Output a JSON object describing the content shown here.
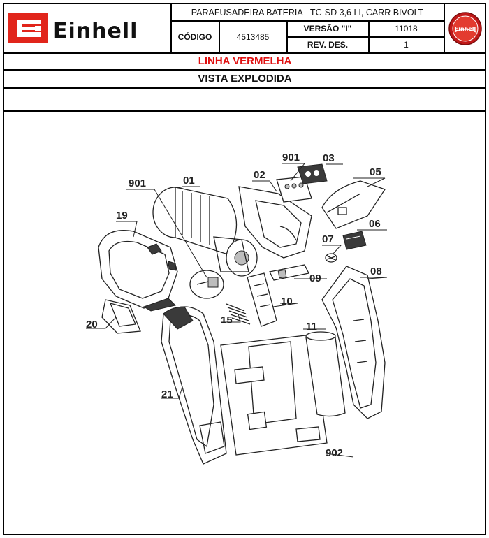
{
  "header": {
    "brand": "Einhell",
    "product_title": "PARAFUSADEIRA BATERIA - TC-SD 3,6 LI, CARR BIVOLT",
    "codigo_label": "CÓDIGO",
    "codigo_value": "4513485",
    "versao_label": "VERSÃO \"I\"",
    "versao_value": "11018",
    "rev_label": "REV. DES.",
    "rev_value": "1",
    "seal_text": "Einhell"
  },
  "line_title": "LINHA VERMELHA",
  "view_title": "VISTA EXPLODIDA",
  "colors": {
    "brand_red": "#e1251b",
    "title_red": "#e01010",
    "border": "#000000"
  },
  "diagram": {
    "labels": {
      "p901a": "901",
      "p01": "01",
      "p02": "02",
      "p901b": "901",
      "p03": "03",
      "p05": "05",
      "p19": "19",
      "p06": "06",
      "p07": "07",
      "p08": "08",
      "p09": "09",
      "p10": "10",
      "p15": "15",
      "p20": "20",
      "p11": "11",
      "p21": "21",
      "p902": "902"
    }
  }
}
